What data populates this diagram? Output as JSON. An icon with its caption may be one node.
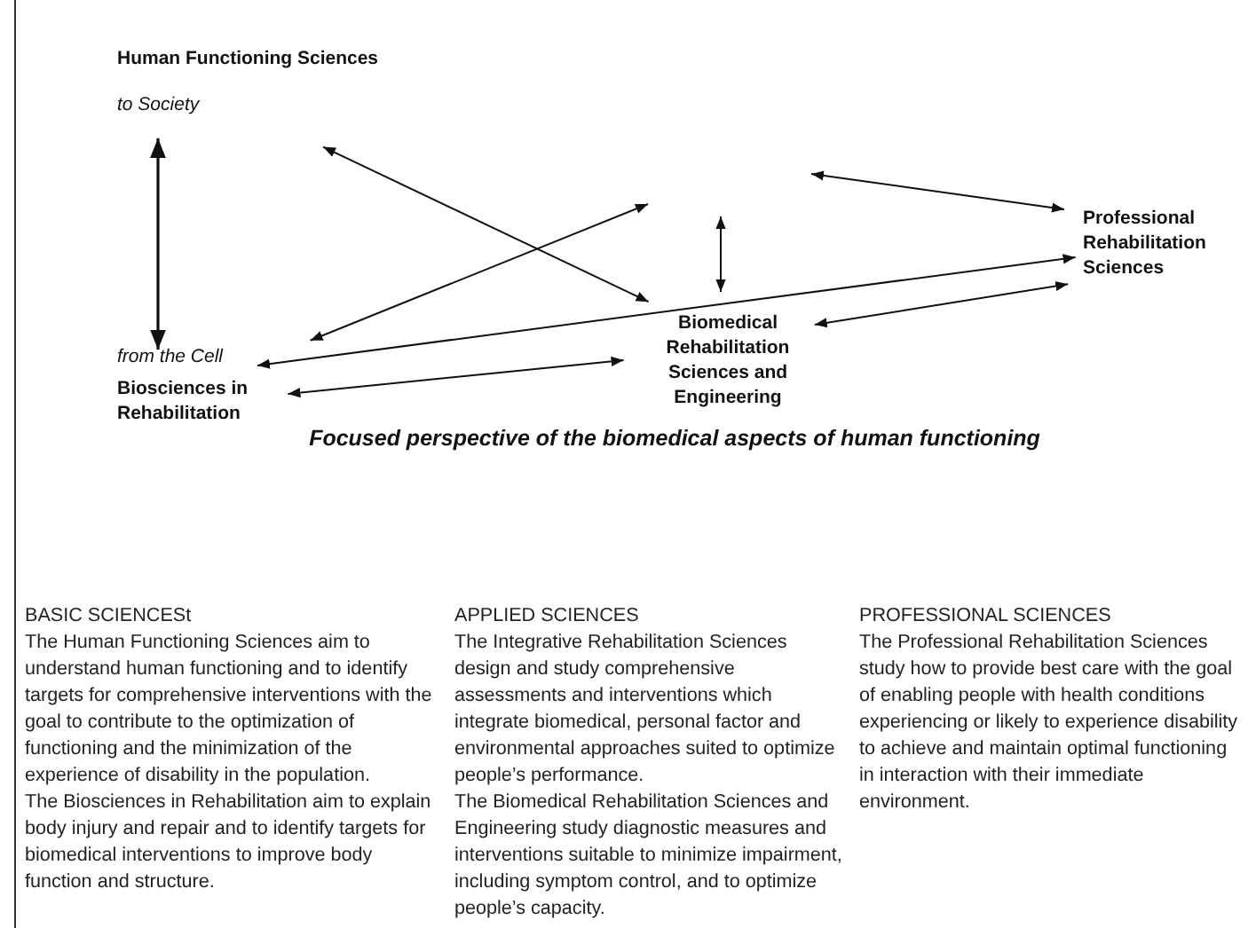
{
  "diagram": {
    "caption": "Focused perspective of the biomedical aspects of human functioning",
    "nodes": [
      {
        "text": [
          "Human Functioning Sciences",
          "to Society"
        ]
      },
      {
        "text": [
          "from the Cell",
          "Biosciences in Rehabilitation"
        ]
      },
      {
        "text": [
          "Professional Rehabilitation Sciences"
        ]
      },
      {
        "text": [
          "Biomedical Rehabilitation Sciences and Engineering"
        ]
      }
    ],
    "edges": [
      {
        "from": 0,
        "to": 1,
        "arrow": "both"
      },
      {
        "from": 0,
        "to": 3,
        "arrow": "both"
      },
      {
        "from": 1,
        "to": null,
        "arrow": "both"
      },
      {
        "from": null,
        "to": 3,
        "arrow": "both"
      },
      {
        "from": null,
        "to": 2,
        "arrow": "both"
      },
      {
        "from": 1,
        "to": 2,
        "arrow": "both"
      },
      {
        "from": 3,
        "to": 2,
        "arrow": "both"
      },
      {
        "from": 1,
        "to": 3,
        "arrow": "both"
      }
    ],
    "labels": [
      "BASIC SCIENCESt",
      "The Human Functioning Sciences aim to understand human functioning and to identify targets for comprehensive interventions with the goal to contribute to the optimization of functioning and the minimization of the experience of disability in the population.",
      "The Biosciences in Rehabilitation aim to explain body injury and repair and to identify targets for biomedical interventions to improve body function and structure.",
      "APPLIED SCIENCES",
      "The Integrative Rehabilitation Sciences design and study comprehensive assessments and interventions which integrate biomedical, personal factor and environmental approaches suited to optimize people’s performance.",
      "The Biomedical Rehabilitation Sciences and Engineering study diagnostic measures and interventions suitable to minimize impairment, including symptom control, and to optimize people’s capacity.",
      "PROFESSIONAL SCIENCES",
      "The Professional Rehabilitation Sciences study how to provide best care with the goal of enabling people with health conditions experiencing or likely to experience disability to achieve and maintain optimal functioning in interaction with their immediate environment."
    ]
  }
}
